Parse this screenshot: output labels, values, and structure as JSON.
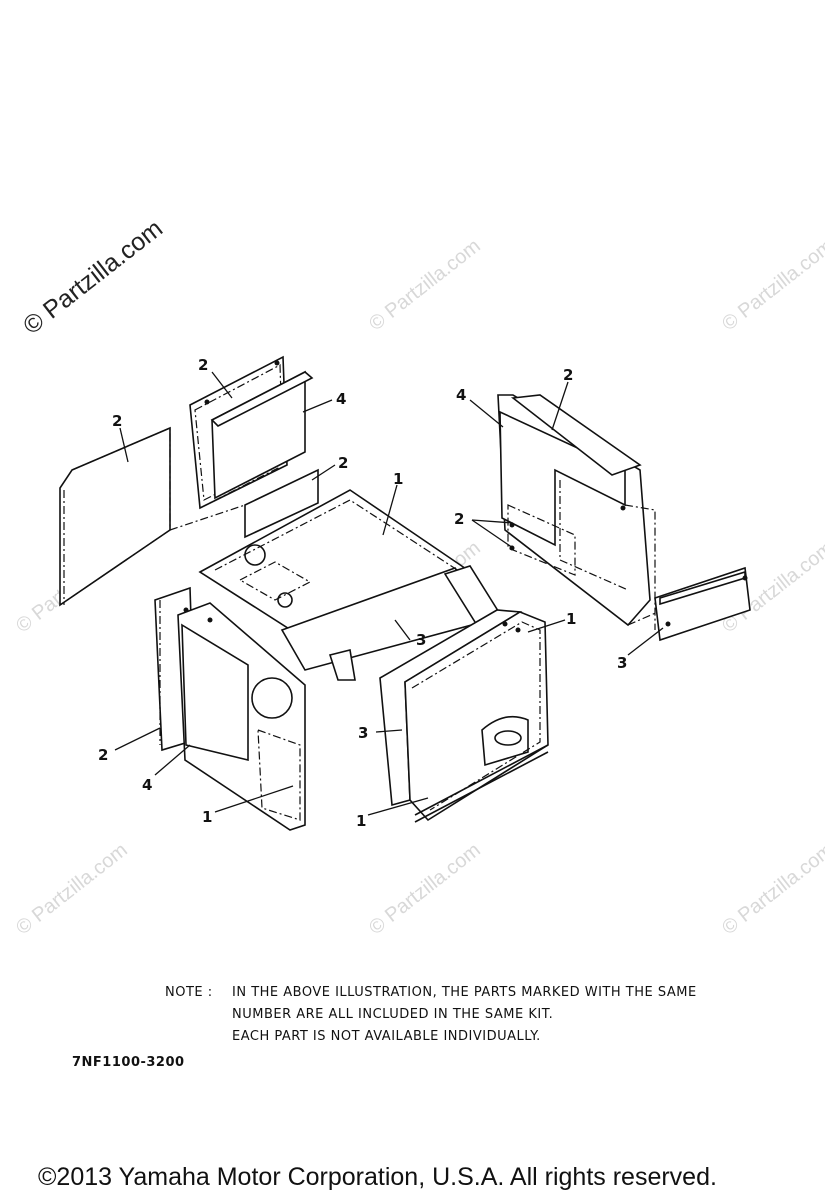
{
  "watermarks": {
    "primary": "© Partzilla.com",
    "repeat": "© Partzilla.com"
  },
  "callouts": [
    "2",
    "2",
    "4",
    "2",
    "1",
    "2",
    "4",
    "2",
    "3",
    "1",
    "3",
    "2",
    "4",
    "1",
    "1",
    "3"
  ],
  "note": {
    "label": "NOTE :",
    "lines": [
      "IN THE ABOVE ILLUSTRATION, THE PARTS MARKED WITH THE SAME",
      "NUMBER ARE ALL INCLUDED IN THE SAME KIT.",
      "EACH PART IS NOT AVAILABLE INDIVIDUALLY."
    ]
  },
  "diagram_code": "7NF1100-3200",
  "copyright": "©2013  Yamaha Motor Corporation, U.S.A. All rights reserved."
}
